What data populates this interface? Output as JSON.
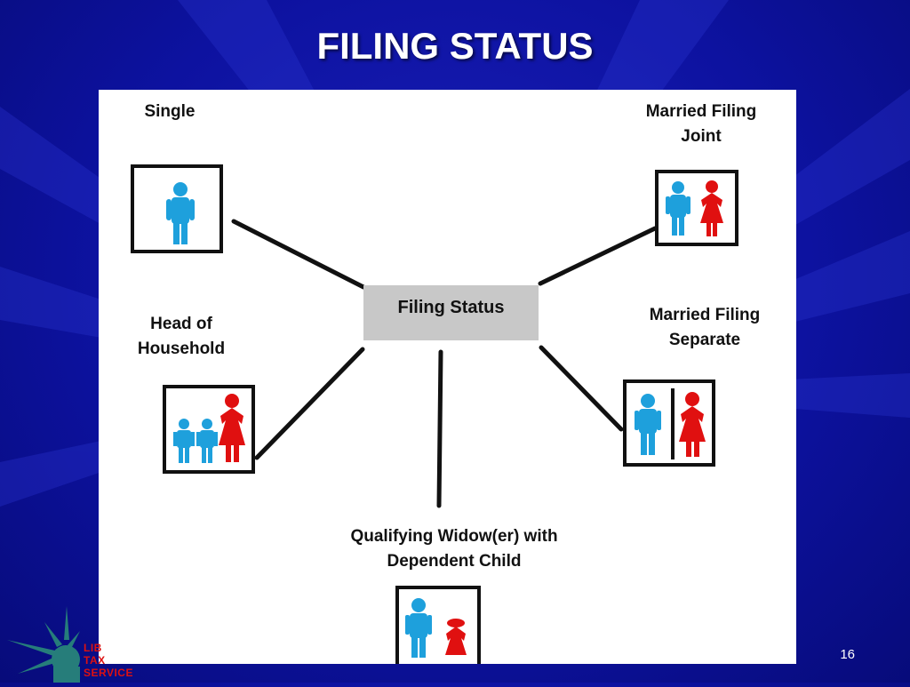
{
  "slide": {
    "title": "FILING STATUS",
    "page_number": "16"
  },
  "diagram": {
    "center": "Filing Status",
    "nodes": {
      "single": {
        "line1": "Single"
      },
      "married_joint": {
        "line1": "Married Filing",
        "line2": "Joint"
      },
      "head_household": {
        "line1": "Head of",
        "line2": "Household"
      },
      "married_separate": {
        "line1": "Married Filing",
        "line2": "Separate"
      },
      "widow": {
        "line1": "Qualifying Widow(er) with",
        "line2": "Dependent Child"
      }
    }
  },
  "logo": {
    "line1": "LIB",
    "line2": "TAX",
    "line3": "SERVICE"
  },
  "colors": {
    "background": "#0d12a0",
    "male_figure": "#1ea0dc",
    "female_figure": "#e01010",
    "center_box": "#c8c8c8"
  }
}
